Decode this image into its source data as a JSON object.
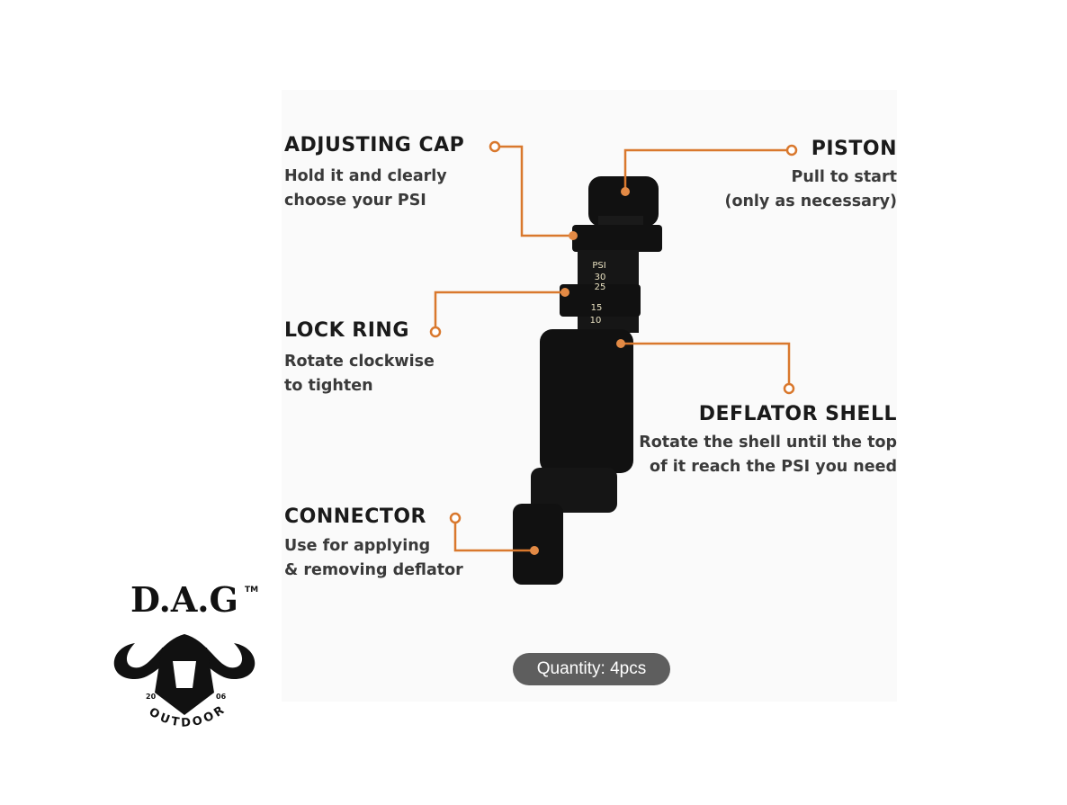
{
  "callouts": {
    "adjusting_cap": {
      "title": "ADJUSTING CAP",
      "lines": [
        "Hold it and clearly",
        "choose your PSI"
      ]
    },
    "piston": {
      "title": "PISTON",
      "lines": [
        "Pull to start",
        "(only as necessary)"
      ]
    },
    "lock_ring": {
      "title": "LOCK RING",
      "lines": [
        "Rotate clockwise",
        "to tighten"
      ]
    },
    "deflator_shell": {
      "title": "DEFLATOR SHELL",
      "lines": [
        "Rotate the shell until the top",
        "of it reach the PSI you need"
      ]
    },
    "connector": {
      "title": "CONNECTOR",
      "lines": [
        "Use for applying",
        "& removing deflator"
      ]
    }
  },
  "scale": {
    "unit": "PSI",
    "marks": [
      "30",
      "25",
      "15",
      "10"
    ]
  },
  "badge": {
    "quantity": "Quantity: 4pcs"
  },
  "logo": {
    "brand": "D.A.G",
    "tm": "TM",
    "year_left": "20",
    "year_right": "06",
    "tagline": "OUTDOOR"
  },
  "colors": {
    "accent": "#d9782d",
    "badge_bg": "#5e5e5e",
    "tool": "#111111"
  }
}
